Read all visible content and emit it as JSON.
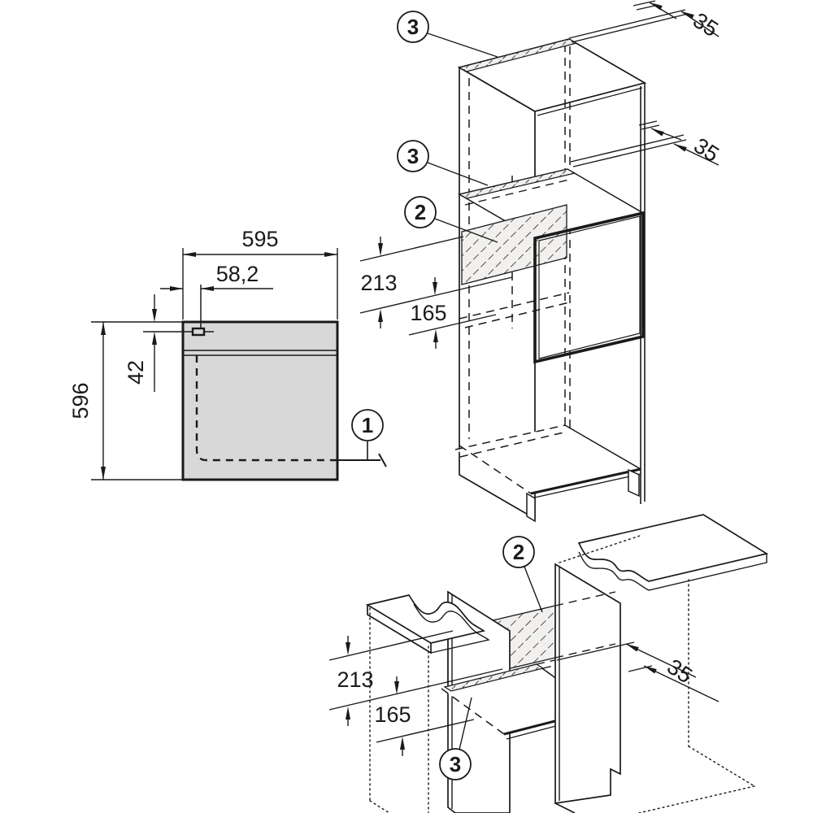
{
  "page": {
    "background": "#ffffff",
    "line_color": "#1a1a1a",
    "appliance_fill": "#d8d8d8",
    "hatch_fill": "#f1f0ee"
  },
  "front_view": {
    "width_label": "595",
    "offset_label": "58,2",
    "clip_offset_label": "42",
    "height_label": "596",
    "callout_power": "1"
  },
  "tall_unit_view": {
    "vent_top_label": "35",
    "vent_mid_label": "35",
    "cutout_height_label": "213",
    "cutout_to_shelf_label": "165",
    "callout_vent_top": "3",
    "callout_vent_shelf": "3",
    "callout_rear_cutout": "2"
  },
  "base_unit_view": {
    "cutout_height_label": "213",
    "cutout_to_shelf_label": "165",
    "vent_depth_label": "35",
    "callout_rear_cutout": "2",
    "callout_vent": "3"
  }
}
